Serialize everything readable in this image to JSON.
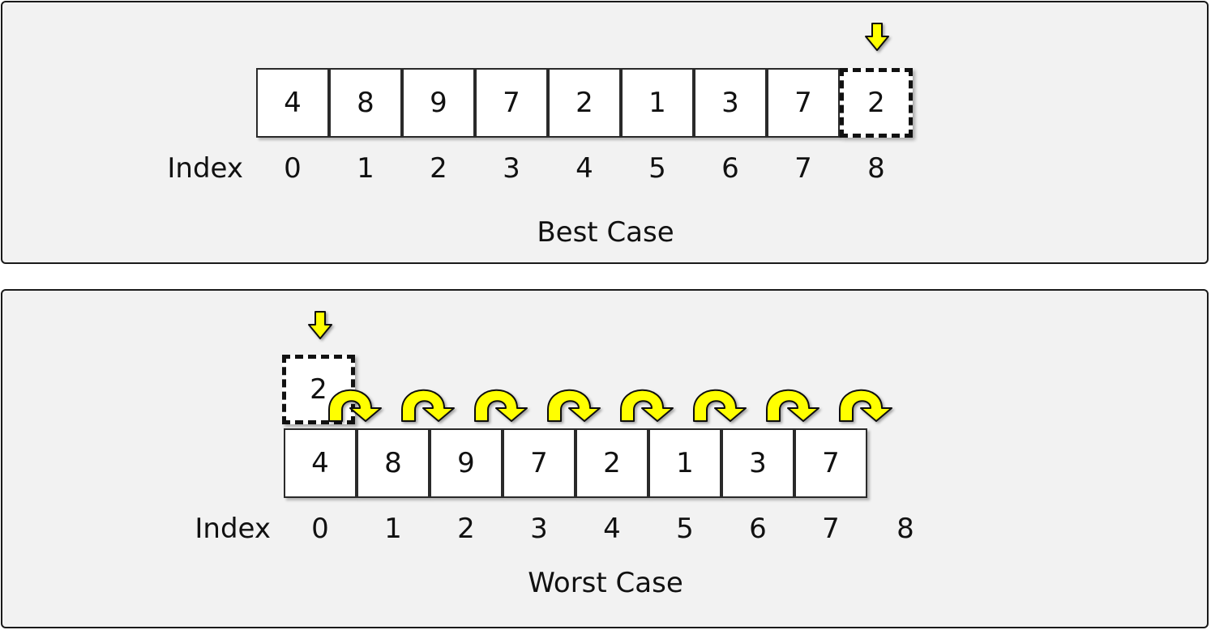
{
  "best_case": {
    "caption": "Best Case",
    "index_label": "Index",
    "array": [
      "4",
      "8",
      "9",
      "7",
      "2",
      "1",
      "3",
      "7"
    ],
    "inserted_value": "2",
    "indices": [
      "0",
      "1",
      "2",
      "3",
      "4",
      "5",
      "6",
      "7",
      "8"
    ]
  },
  "worst_case": {
    "caption": "Worst Case",
    "index_label": "Index",
    "array": [
      "4",
      "8",
      "9",
      "7",
      "2",
      "1",
      "3",
      "7"
    ],
    "inserted_value": "2",
    "indices": [
      "0",
      "1",
      "2",
      "3",
      "4",
      "5",
      "6",
      "7",
      "8"
    ]
  },
  "colors": {
    "arrow_fill": "#ffff00",
    "panel_background": "#f2f2f2",
    "cell_background": "#ffffff"
  },
  "icons": {
    "insert_pointer": "down-arrow-icon",
    "shift": "curved-arrow-icon"
  }
}
